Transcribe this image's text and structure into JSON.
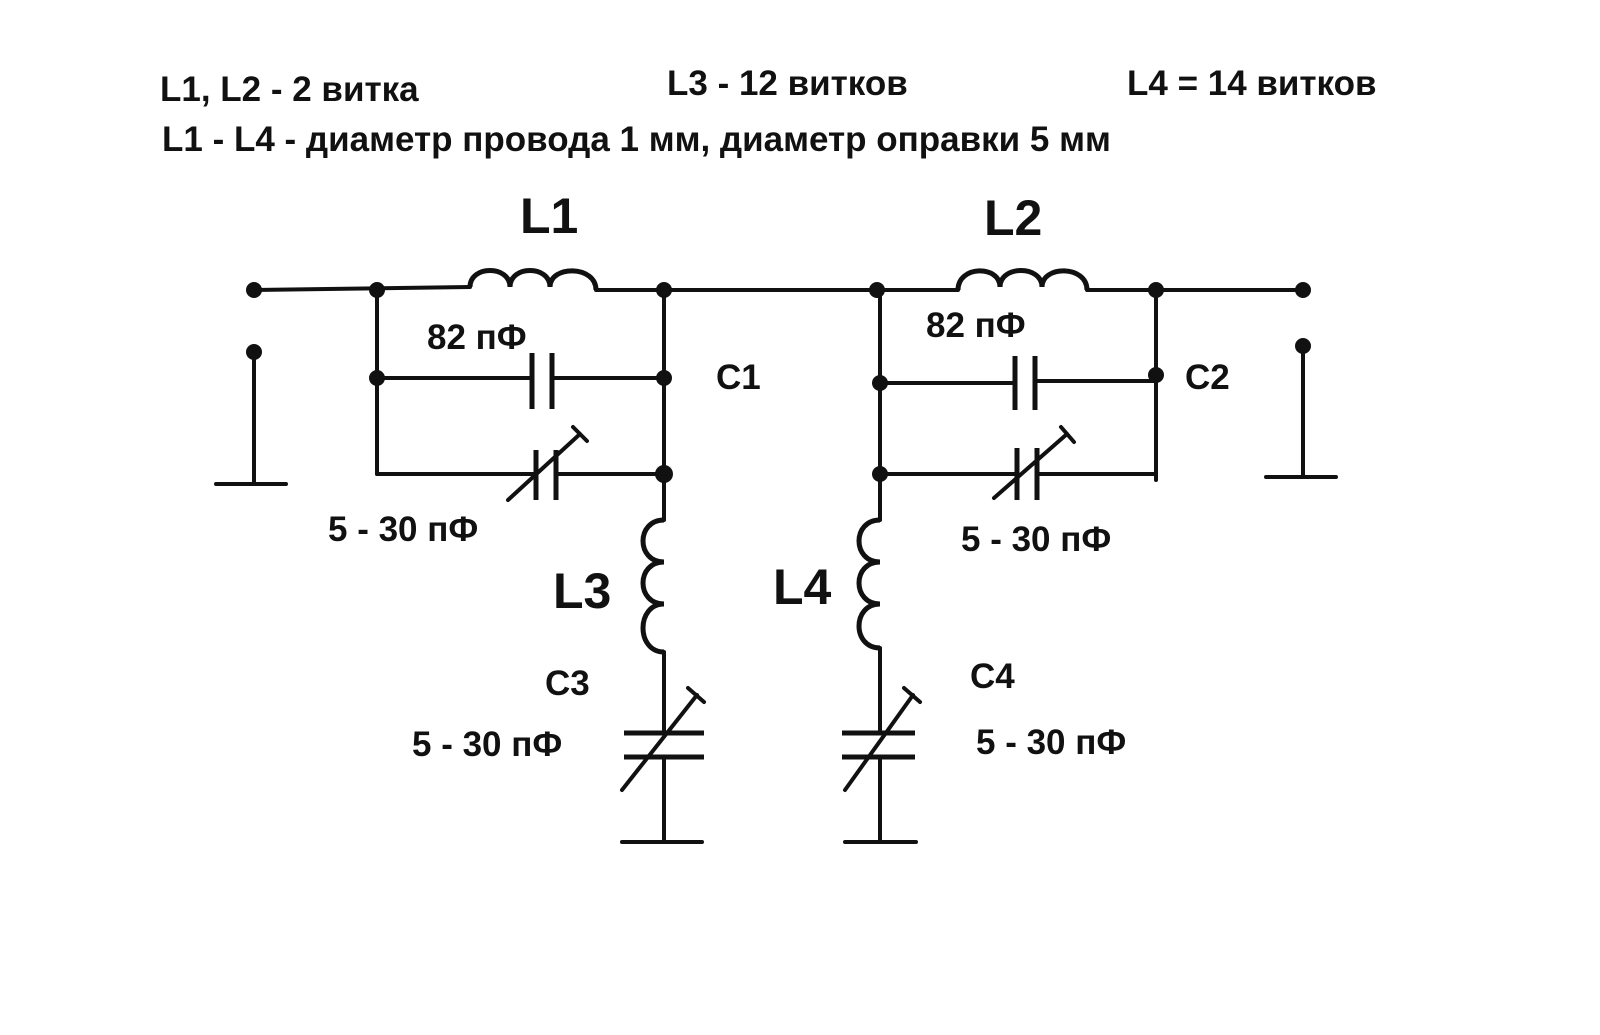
{
  "notes": {
    "line1_a": "L1, L2 - 2 витка",
    "line1_b": "L3  - 12 витков",
    "line1_c": "L4 = 14 витков",
    "line2": "L1 - L4 - диаметр провода 1 мм,   диаметр оправки 5 мм"
  },
  "labels": {
    "L1": "L1",
    "L2": "L2",
    "L3": "L3",
    "L4": "L4",
    "C1": "C1",
    "C2": "C2",
    "C3": "C3",
    "C4": "C4",
    "c1_fixed_value": "82 пФ",
    "c2_fixed_value": "82 пФ",
    "c1_trim_value": "5 - 30 пФ",
    "c2_trim_value": "5 - 30 пФ",
    "c3_value": "5 - 30 пФ",
    "c4_value": "5 - 30 пФ"
  }
}
